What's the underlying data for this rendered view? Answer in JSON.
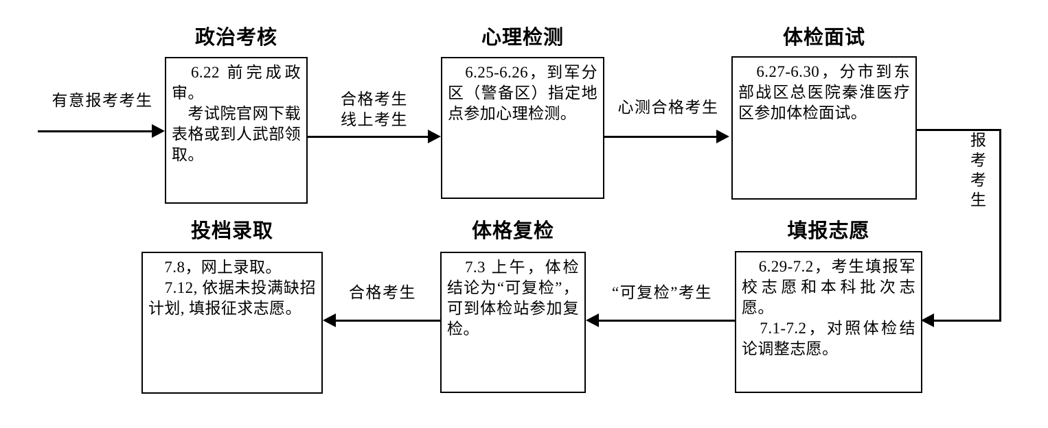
{
  "diagram": {
    "title_hidden": "",
    "nodes": [
      {
        "id": "political-review",
        "title": "政治考核",
        "body": "　6.22 前完成政审。\n　考试院官网下载表格或到人武部领取。"
      },
      {
        "id": "psych-test",
        "title": "心理检测",
        "body": "　6.25-6.26，到军分区（警备区）指定地点参加心理检测。"
      },
      {
        "id": "physical-interview",
        "title": "体检面试",
        "body": "　6.27-6.30，分市到东部战区总医院秦淮医疗区参加体检面试。"
      },
      {
        "id": "admission",
        "title": "投档录取",
        "body": "　7.8，网上录取。\n　7.12, 依据未投满缺招计划, 填报征求志愿。"
      },
      {
        "id": "physical-recheck",
        "title": "体格复检",
        "body": "　7.3 上午，体检结论为“可复检”，可到体检站参加复检。"
      },
      {
        "id": "fill-aspiration",
        "title": "填报志愿",
        "body": "　6.29-7.2，考生填报军校志愿和本科批次志愿。\n　7.1-7.2，对照体检结论调整志愿。"
      }
    ],
    "edge_labels": {
      "entry": "有意报考考生",
      "qualified_online_line1": "合格考生",
      "qualified_online_line2": "线上考生",
      "psych_qualified": "心测合格考生",
      "apply_candidates": "报考考生",
      "recheckable": "“可复检”考生",
      "qualified_bottom": "合格考生"
    },
    "colors": {
      "stroke": "#000000",
      "background": "#ffffff",
      "text": "#000000"
    }
  }
}
